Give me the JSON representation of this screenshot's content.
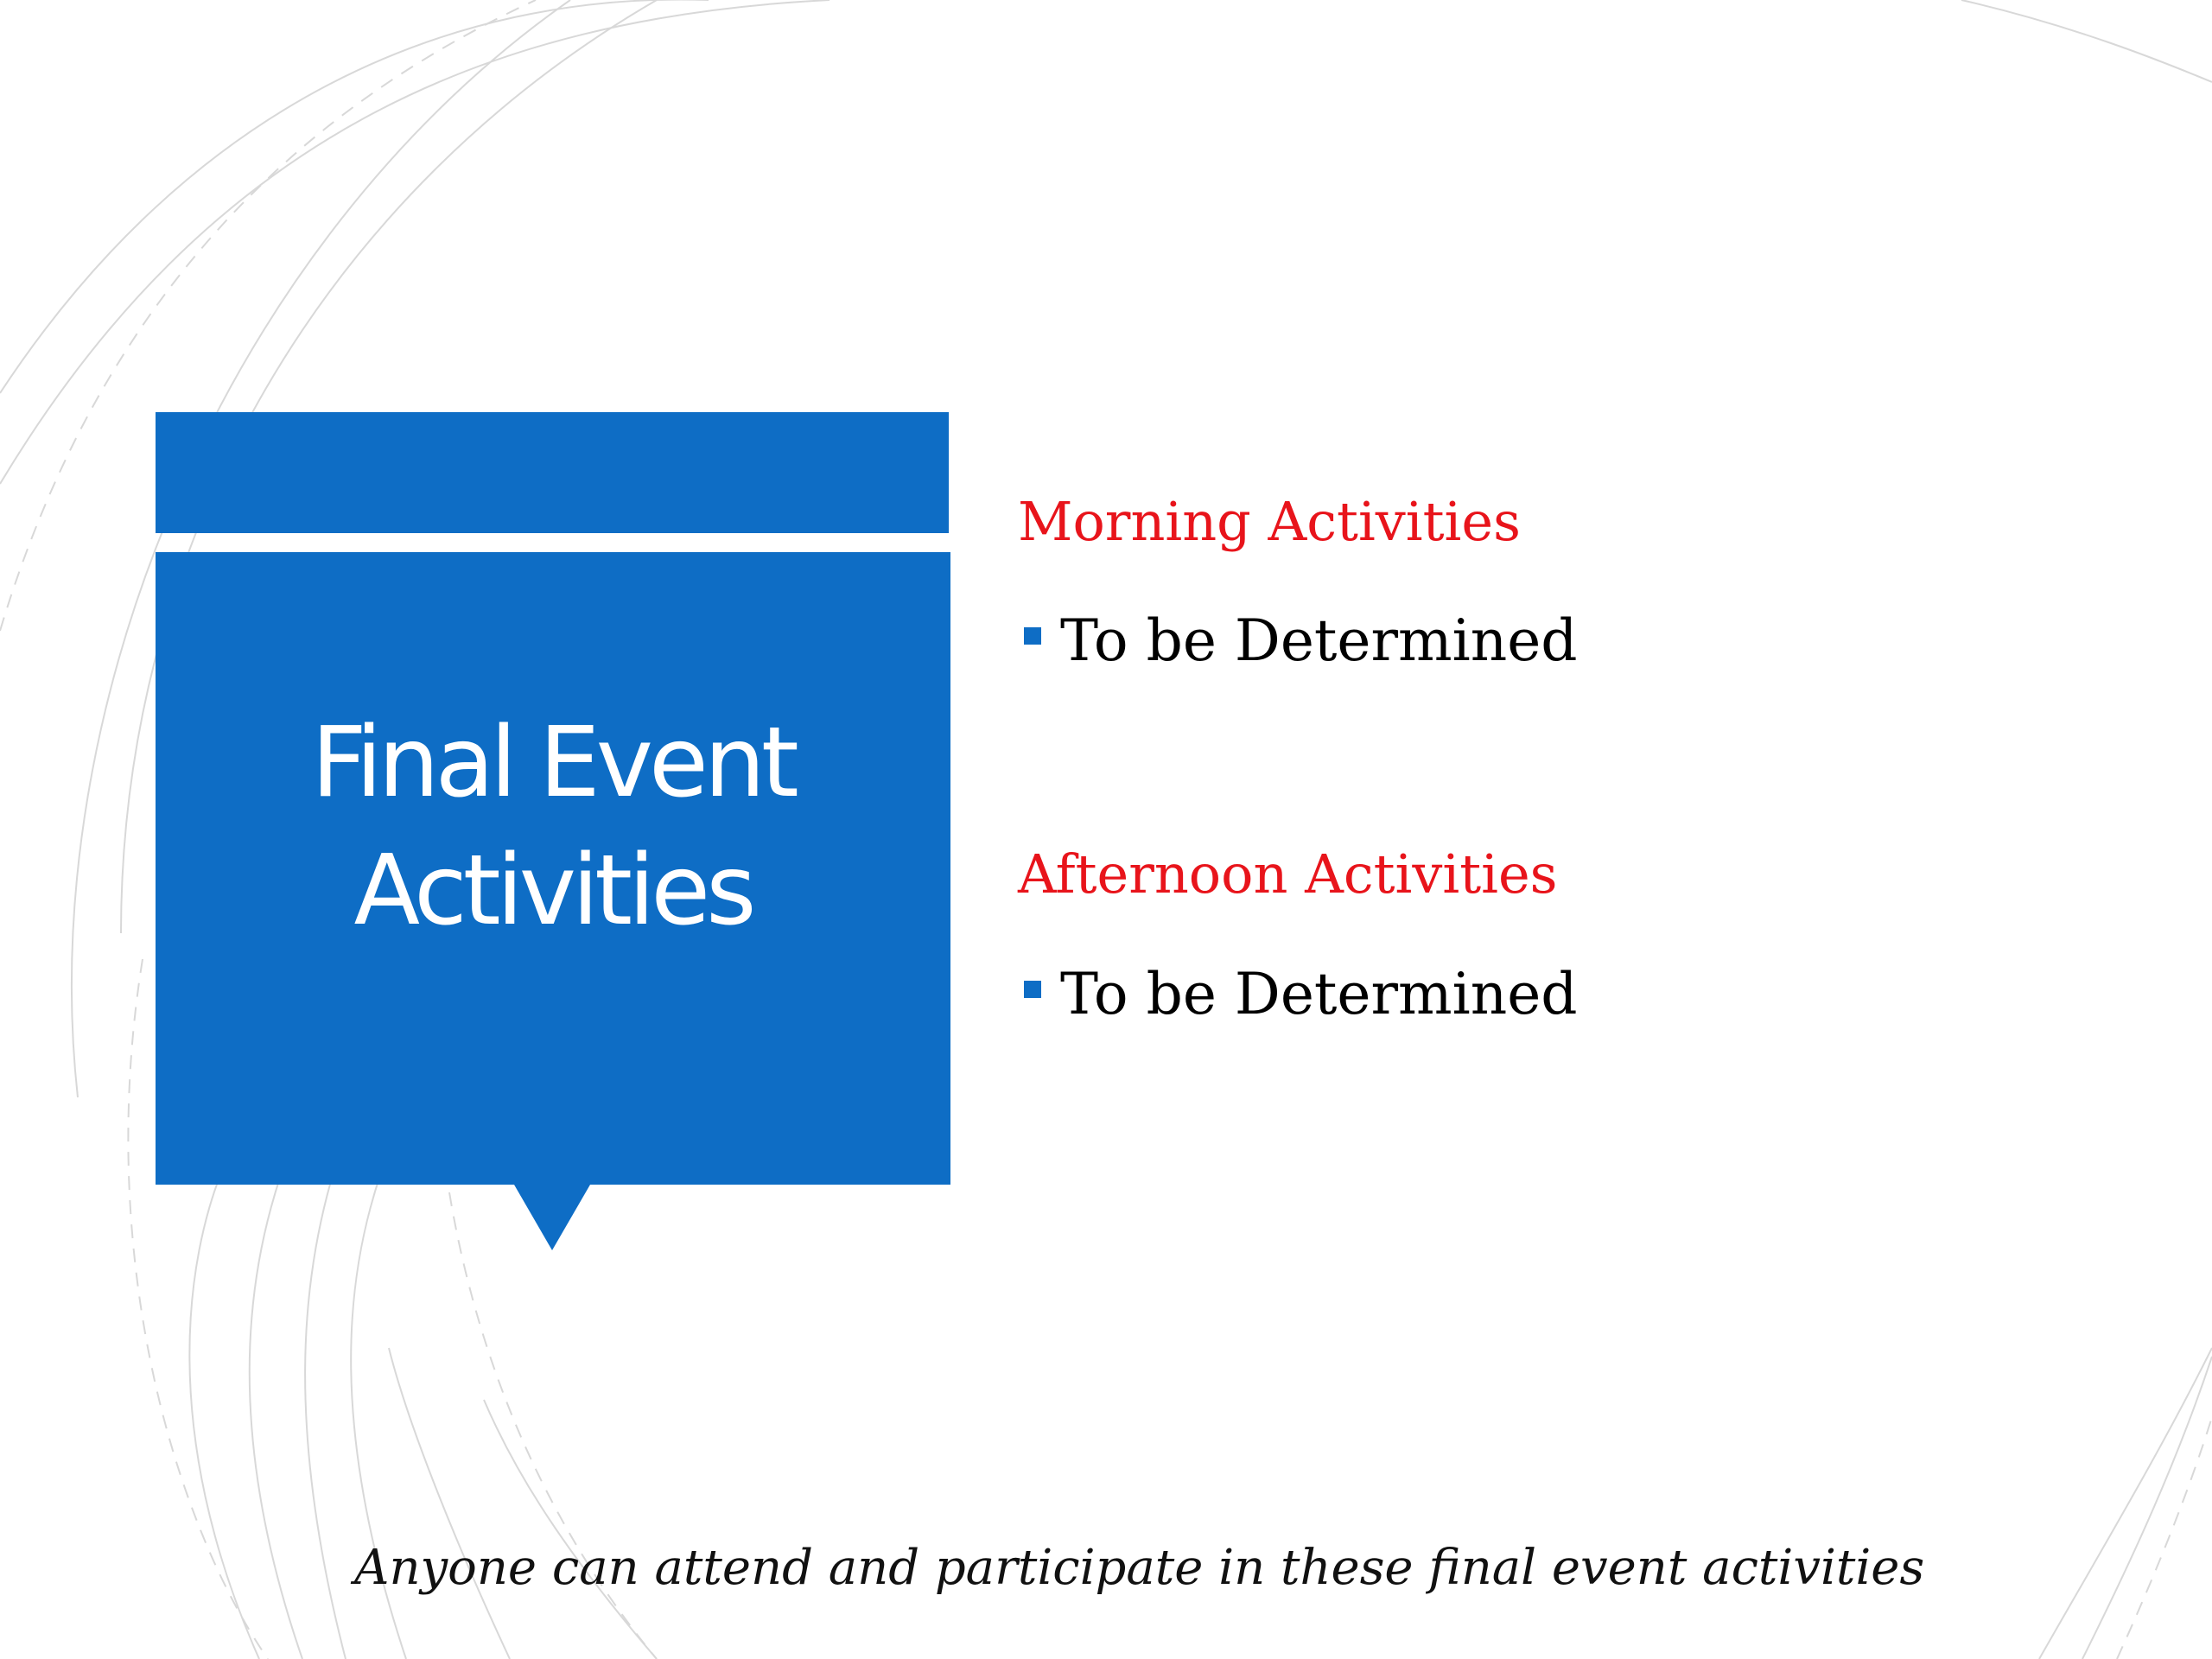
{
  "slide": {
    "title": "Final Event Activities",
    "sections": [
      {
        "heading": "Morning Activities",
        "bullets": [
          "To be Determined"
        ]
      },
      {
        "heading": "Afternoon Activities",
        "bullets": [
          "To be Determined"
        ]
      }
    ],
    "footnote": "Anyone can attend and participate in these final event activities"
  },
  "colors": {
    "accent_blue": "#0e6dc5",
    "heading_red": "#e8141b",
    "line_gray": "#d8d8d8"
  }
}
